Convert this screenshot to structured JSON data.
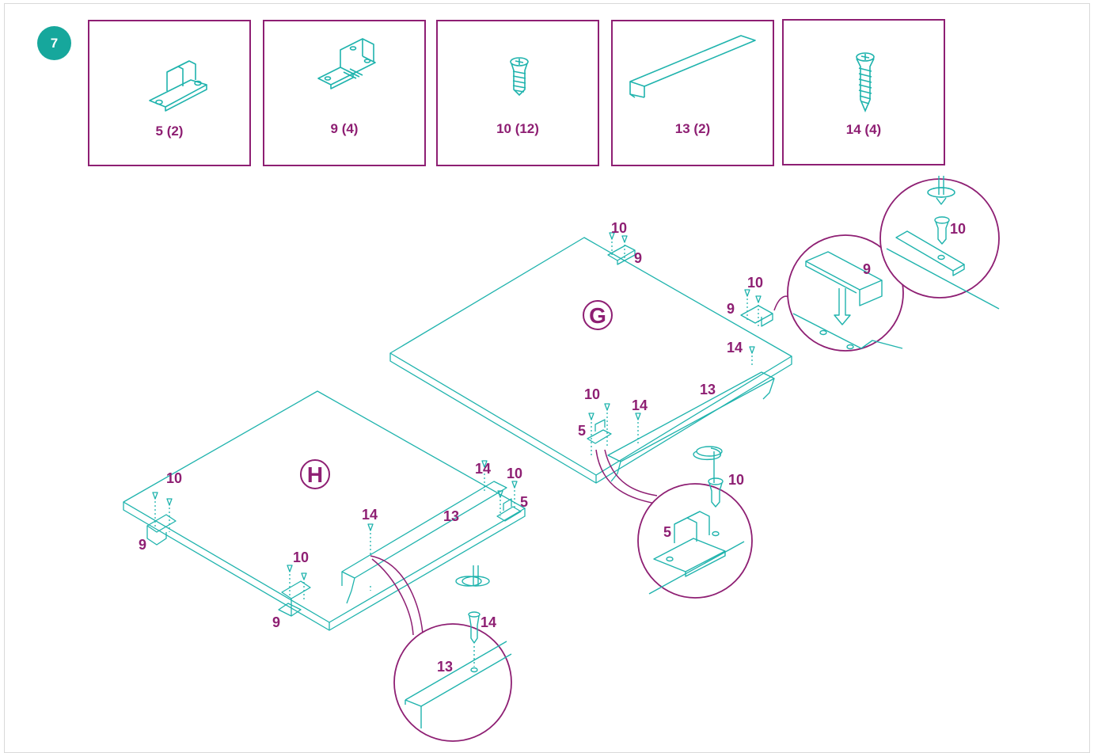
{
  "colors": {
    "accent": "#8e1f73",
    "line": "#1fb3ad",
    "badge": "#16a79c",
    "frame": "#d9d9d9"
  },
  "step": {
    "number": "7"
  },
  "parts": [
    {
      "label": "5  (2)",
      "icon": "clip-bracket-icon"
    },
    {
      "label": "9  (4)",
      "icon": "hinge-icon"
    },
    {
      "label": "10  (12)",
      "icon": "short-screw-icon"
    },
    {
      "label": "13 (2)",
      "icon": "edge-strip-icon"
    },
    {
      "label": "14 (4)",
      "icon": "long-screw-icon"
    }
  ],
  "panels": {
    "g": "G",
    "h": "H"
  },
  "callouts": {
    "n5": "5",
    "n9": "9",
    "n10": "10",
    "n13": "13",
    "n14": "14"
  }
}
